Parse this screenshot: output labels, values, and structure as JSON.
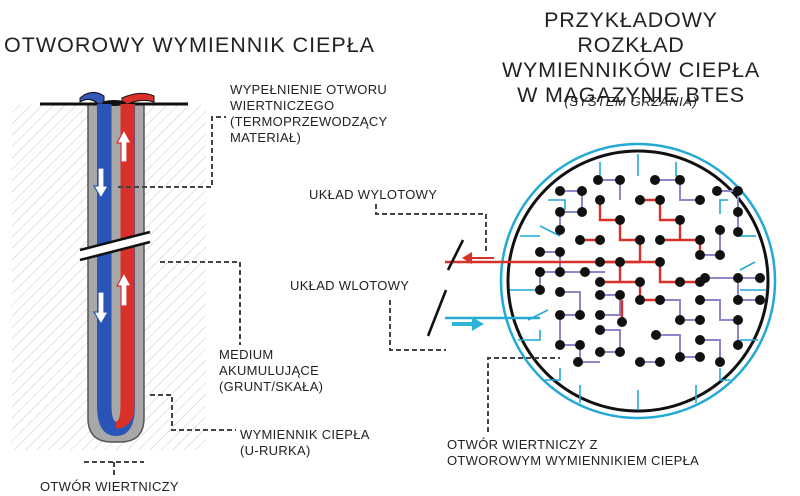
{
  "left_title": "OTWOROWY WYMIENNIK CIEPŁA",
  "right_title_lines": [
    "PRZYKŁADOWY ROZKŁAD",
    "WYMIENNIKÓW CIEPŁA",
    "W MAGAZYNIE BTES"
  ],
  "right_subtitle": "(SYSTEM GRZANIA)",
  "labels": {
    "fill": [
      "WYPEŁNIENIE OTWORU",
      "WIERTNICZEGO",
      "(TERMOPRZEWODZĄCY",
      "MATERIAŁ)"
    ],
    "medium": [
      "MEDIUM",
      "AKUMULUJĄCE",
      "(GRUNT/SKAŁA)"
    ],
    "exchanger": [
      "WYMIENNIK CIEPŁA",
      "(U-RURKA)"
    ],
    "borehole": "OTWÓR WIERTNICZY",
    "outlet": "UKŁAD WYLOTOWY",
    "inlet": "UKŁAD WLOTOWY",
    "borehole_exchanger": [
      "OTWÓR WIERTNICZY Z",
      "OTWOROWYM WYMIENNIKIEM CIEPŁA"
    ]
  },
  "colors": {
    "hot": "#d9302a",
    "cold": "#2a55b8",
    "inlet": "#2cb5d8",
    "grid_cyan": "#22a9d4",
    "branch_purple": "#8b86c9",
    "borehole_gray": "#a8a8a8",
    "hatch": "#c8c8c8"
  }
}
